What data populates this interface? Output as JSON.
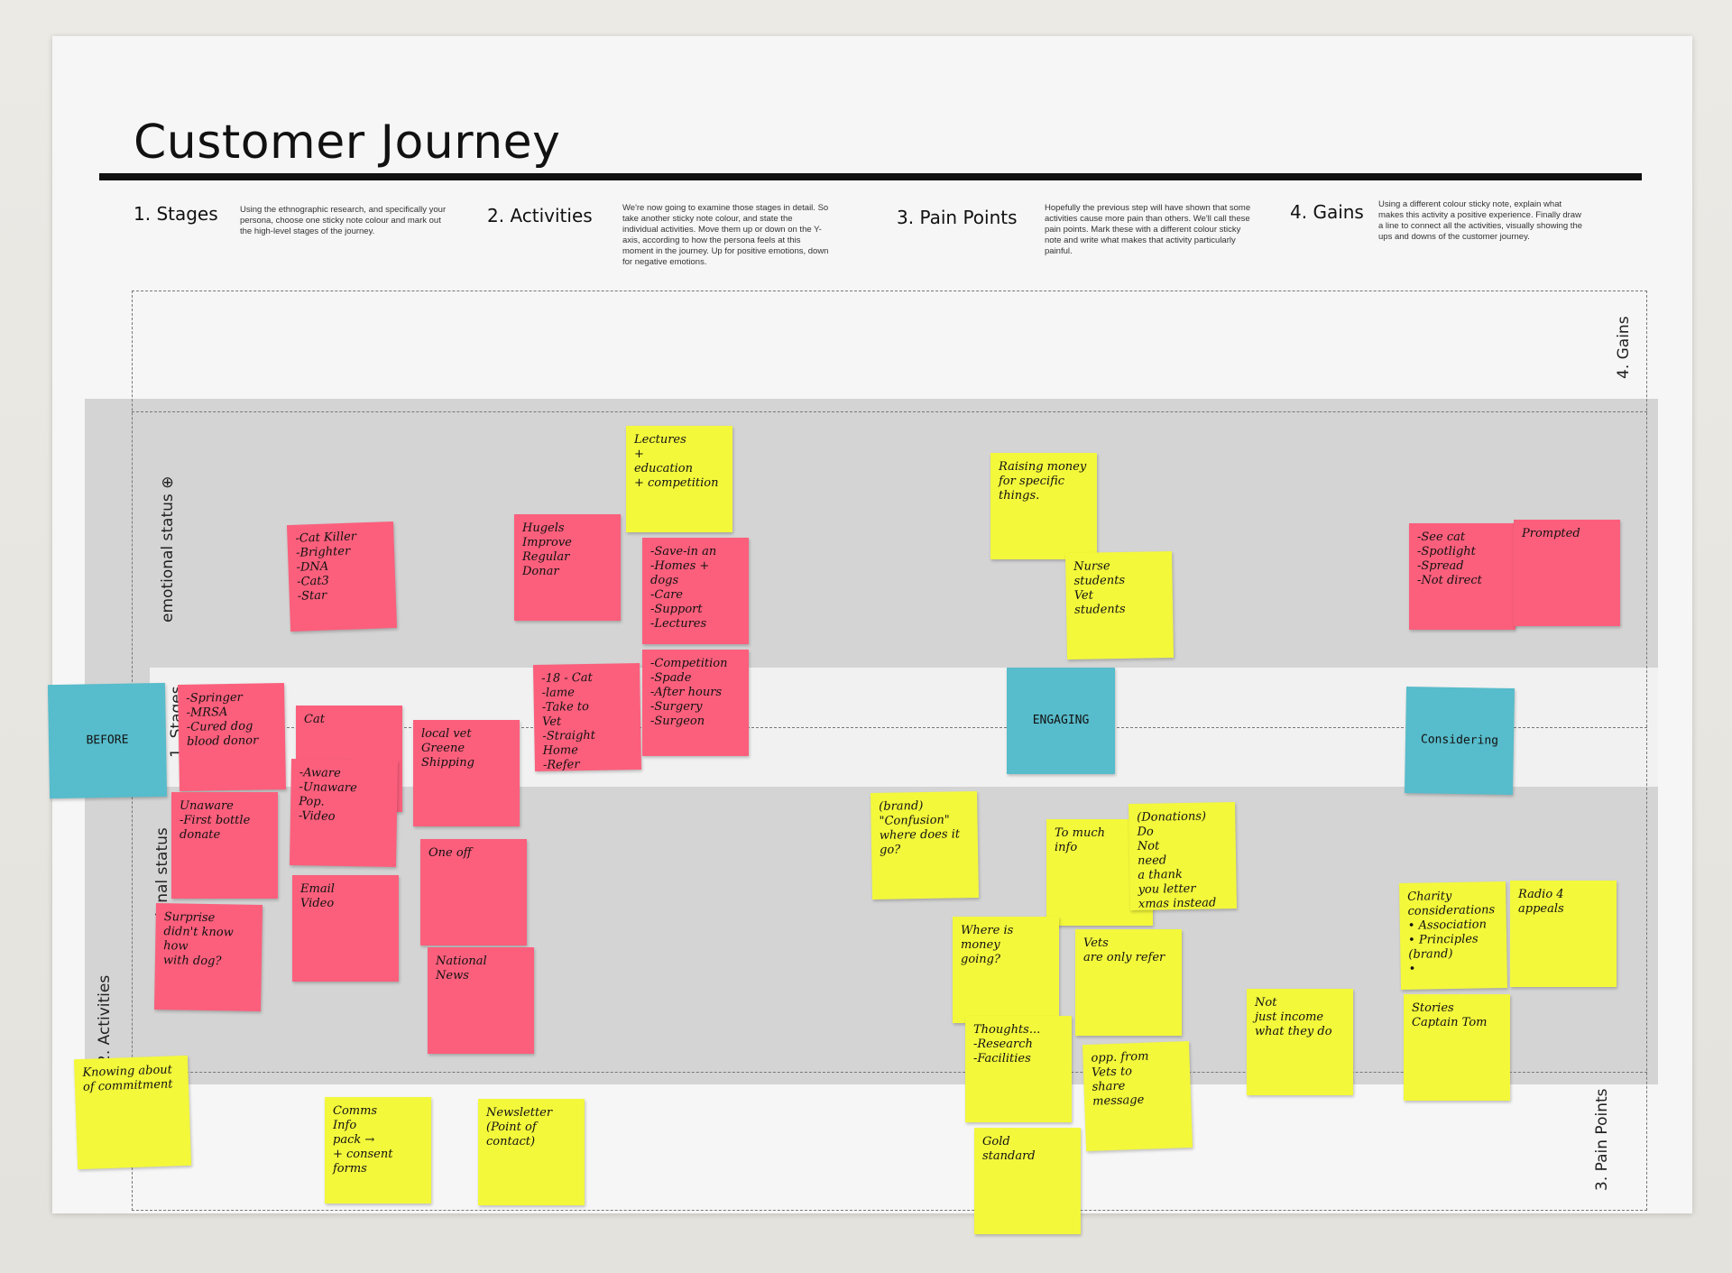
{
  "poster": {
    "title": "Customer Journey",
    "sections": [
      {
        "heading": "1. Stages",
        "desc": "Using the ethnographic research, and specifically your persona, choose one sticky note colour and mark out the high-level stages of the journey."
      },
      {
        "heading": "2. Activities",
        "desc": "We're now going to examine those stages in detail. So take another sticky note colour, and state the individual activities. Move them up or down on the Y-axis, according to how the persona feels at this moment in the journey. Up for positive emotions, down for negative emotions."
      },
      {
        "heading": "3. Pain Points",
        "desc": "Hopefully the previous step will have shown that some activities cause more pain than others. We'll call these pain points. Mark these with a different colour sticky note and write what makes that activity particularly painful."
      },
      {
        "heading": "4. Gains",
        "desc": "Using a different colour sticky note, explain what makes this activity a positive experience. Finally draw a line to connect all the activities, visually showing the ups and downs of the customer journey."
      }
    ],
    "axis_labels": {
      "gains": "4. Gains",
      "emotional_top": "emotional status ⊕",
      "stages": "1. Stages",
      "emotional_bottom": "emotional status",
      "activities": "2. Activities",
      "pain_points": "3. Pain Points"
    }
  },
  "notes": [
    {
      "id": "before",
      "color": "blue",
      "lines": [
        "BEFORE"
      ]
    },
    {
      "id": "engaging",
      "color": "blue",
      "lines": [
        "ENGAGING"
      ]
    },
    {
      "id": "considering",
      "color": "blue",
      "lines": [
        "Considering"
      ]
    },
    {
      "id": "cat-killer",
      "color": "pink",
      "lines": [
        "-Cat Killer",
        "-Brighter",
        "-DNA",
        "-Cat3",
        "-Star"
      ]
    },
    {
      "id": "hugels",
      "color": "pink",
      "lines": [
        "Hugels",
        "Improve",
        "Regular",
        "Donar"
      ]
    },
    {
      "id": "lectures",
      "color": "yellow",
      "lines": [
        "Lectures",
        "+",
        "education",
        "+ competition"
      ]
    },
    {
      "id": "save-in",
      "color": "pink",
      "lines": [
        "-Save-in an",
        "-Homes + dogs",
        "-Care",
        "-Support",
        "-Lectures"
      ]
    },
    {
      "id": "raising",
      "color": "yellow",
      "lines": [
        "Raising money",
        "for specific",
        "things."
      ]
    },
    {
      "id": "nurse",
      "color": "yellow",
      "lines": [
        "Nurse",
        "students",
        "Vet",
        "students"
      ]
    },
    {
      "id": "see-cat",
      "color": "pink",
      "lines": [
        "-See cat",
        "-Spotlight",
        "-Spread",
        "-Not direct"
      ]
    },
    {
      "id": "prompted",
      "color": "pink",
      "lines": [
        "Prompted"
      ]
    },
    {
      "id": "springer",
      "color": "pink",
      "lines": [
        "-Springer",
        "-MRSA",
        "-Cured dog",
        "blood donor"
      ]
    },
    {
      "id": "cat",
      "color": "pink",
      "lines": [
        "Cat"
      ]
    },
    {
      "id": "aware",
      "color": "pink",
      "lines": [
        "-Aware",
        "-Unaware",
        "Pop.",
        "-Video"
      ]
    },
    {
      "id": "local-vet",
      "color": "pink",
      "lines": [
        "local vet",
        "Greene",
        "Shipping"
      ]
    },
    {
      "id": "cat-18",
      "color": "pink",
      "lines": [
        "-18 - Cat",
        "-lame",
        "-Take to",
        "Vet",
        "-Straight Home",
        "-Refer"
      ]
    },
    {
      "id": "competition",
      "color": "pink",
      "lines": [
        "-Competition",
        "-Spade",
        "-After hours",
        "-Surgery",
        "-Surgeon"
      ]
    },
    {
      "id": "unaware",
      "color": "pink",
      "lines": [
        "Unaware",
        "-First bottle",
        "donate"
      ]
    },
    {
      "id": "email",
      "color": "pink",
      "lines": [
        "Email",
        "Video"
      ]
    },
    {
      "id": "one-off",
      "color": "pink",
      "lines": [
        "One off"
      ]
    },
    {
      "id": "surprise",
      "color": "pink",
      "lines": [
        "Surprise",
        "didn't know",
        "how",
        "with dog?"
      ]
    },
    {
      "id": "national",
      "color": "pink",
      "lines": [
        "National",
        "News"
      ]
    },
    {
      "id": "confusion",
      "color": "yellow",
      "lines": [
        "(brand)",
        "\"Confusion\"",
        "where does it",
        "go?"
      ]
    },
    {
      "id": "to-much",
      "color": "yellow",
      "lines": [
        "To much",
        "info"
      ]
    },
    {
      "id": "do-not",
      "color": "yellow",
      "lines": [
        "(Donations)",
        "Do",
        "Not",
        "need",
        "a thank",
        "you letter",
        "xmas instead"
      ]
    },
    {
      "id": "where-money",
      "color": "yellow",
      "lines": [
        "Where is",
        "money",
        "going?"
      ]
    },
    {
      "id": "vets-refer",
      "color": "yellow",
      "lines": [
        "Vets",
        "are only refer"
      ]
    },
    {
      "id": "thoughts",
      "color": "yellow",
      "lines": [
        "Thoughts...",
        "-Research",
        "-Facilities"
      ]
    },
    {
      "id": "opp-vets",
      "color": "yellow",
      "lines": [
        "opp. from",
        "Vets to",
        "share",
        "message"
      ]
    },
    {
      "id": "not-income",
      "color": "yellow",
      "lines": [
        "Not",
        "just income",
        "what they do"
      ]
    },
    {
      "id": "charity",
      "color": "yellow",
      "lines": [
        "Charity",
        "considerations",
        "• Association",
        "• Principles (brand)",
        "•"
      ]
    },
    {
      "id": "radio",
      "color": "yellow",
      "lines": [
        "Radio 4",
        "appeals"
      ]
    },
    {
      "id": "stories",
      "color": "yellow",
      "lines": [
        "Stories",
        "Captain Tom"
      ]
    },
    {
      "id": "gold",
      "color": "yellow",
      "lines": [
        "Gold",
        "standard"
      ]
    },
    {
      "id": "knowing",
      "color": "yellow",
      "lines": [
        "Knowing about",
        "of commitment"
      ]
    },
    {
      "id": "comms",
      "color": "yellow",
      "lines": [
        "Comms",
        "Info",
        "pack →",
        "+ consent",
        "forms"
      ]
    },
    {
      "id": "newsletter",
      "color": "yellow",
      "lines": [
        "Newsletter",
        "(Point of contact)"
      ]
    }
  ]
}
